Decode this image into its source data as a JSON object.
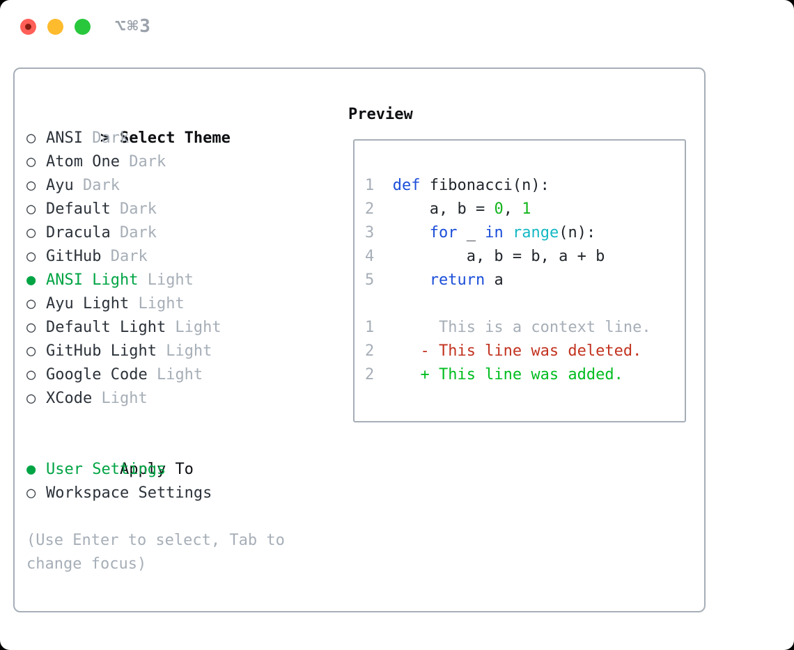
{
  "window": {
    "title": "⌥⌘3",
    "traffic_lights": {
      "close": "close",
      "minimize": "minimize",
      "zoom": "zoom"
    }
  },
  "theme_list": {
    "header": {
      "marker": ">",
      "label": "Select Theme"
    },
    "items": [
      {
        "name": "ANSI",
        "variant": "Dark",
        "selected": false
      },
      {
        "name": "Atom One",
        "variant": "Dark",
        "selected": false
      },
      {
        "name": "Ayu",
        "variant": "Dark",
        "selected": false
      },
      {
        "name": "Default",
        "variant": "Dark",
        "selected": false
      },
      {
        "name": "Dracula",
        "variant": "Dark",
        "selected": false
      },
      {
        "name": "GitHub",
        "variant": "Dark",
        "selected": false
      },
      {
        "name": "ANSI Light",
        "variant": "Light",
        "selected": true
      },
      {
        "name": "Ayu Light",
        "variant": "Light",
        "selected": false
      },
      {
        "name": "Default Light",
        "variant": "Light",
        "selected": false
      },
      {
        "name": "GitHub Light",
        "variant": "Light",
        "selected": false
      },
      {
        "name": "Google Code",
        "variant": "Light",
        "selected": false
      },
      {
        "name": "XCode",
        "variant": "Light",
        "selected": false
      }
    ],
    "marker_selected": "●",
    "marker_unselected": "○"
  },
  "apply_to": {
    "header": "Apply To",
    "options": [
      {
        "label": "User Settings",
        "selected": true
      },
      {
        "label": "Workspace Settings",
        "selected": false
      }
    ]
  },
  "footer_hint": "(Use Enter to select, Tab to change focus)",
  "preview": {
    "header": "Preview",
    "code_lines": [
      {
        "num": "1",
        "tokens": [
          {
            "t": "def ",
            "c": "kw"
          },
          {
            "t": "fibonacci(n):",
            "c": "plain"
          }
        ]
      },
      {
        "num": "2",
        "tokens": [
          {
            "t": "    a, b = ",
            "c": "plain"
          },
          {
            "t": "0",
            "c": "num"
          },
          {
            "t": ", ",
            "c": "plain"
          },
          {
            "t": "1",
            "c": "num"
          }
        ]
      },
      {
        "num": "3",
        "tokens": [
          {
            "t": "    ",
            "c": "plain"
          },
          {
            "t": "for",
            "c": "kw"
          },
          {
            "t": " _ ",
            "c": "plain"
          },
          {
            "t": "in",
            "c": "kw"
          },
          {
            "t": " ",
            "c": "plain"
          },
          {
            "t": "range",
            "c": "fn"
          },
          {
            "t": "(n):",
            "c": "plain"
          }
        ]
      },
      {
        "num": "4",
        "tokens": [
          {
            "t": "        a, b = b, a + b",
            "c": "plain"
          }
        ]
      },
      {
        "num": "5",
        "tokens": [
          {
            "t": "    ",
            "c": "plain"
          },
          {
            "t": "return",
            "c": "kw"
          },
          {
            "t": " a",
            "c": "plain"
          }
        ]
      },
      {
        "num": "",
        "tokens": []
      },
      {
        "num": "1",
        "tokens": [
          {
            "t": "     This is a context line.",
            "c": "ctx"
          }
        ]
      },
      {
        "num": "2",
        "tokens": [
          {
            "t": "   - This line was deleted.",
            "c": "del"
          }
        ]
      },
      {
        "num": "2",
        "tokens": [
          {
            "t": "   + This line was added.",
            "c": "add"
          }
        ]
      }
    ]
  },
  "colors": {
    "accent_green": "#00a444",
    "keyword_blue": "#1b4ed9",
    "function_cyan": "#14b8c4",
    "number_green": "#13b51d",
    "added_green": "#00bd1f",
    "deleted_red": "#c23320",
    "muted_gray": "#a6aeb7",
    "border_gray": "#a6aeb7",
    "traffic_red": "#ff5f57",
    "traffic_yellow": "#febb2e",
    "traffic_green": "#28c73c"
  }
}
